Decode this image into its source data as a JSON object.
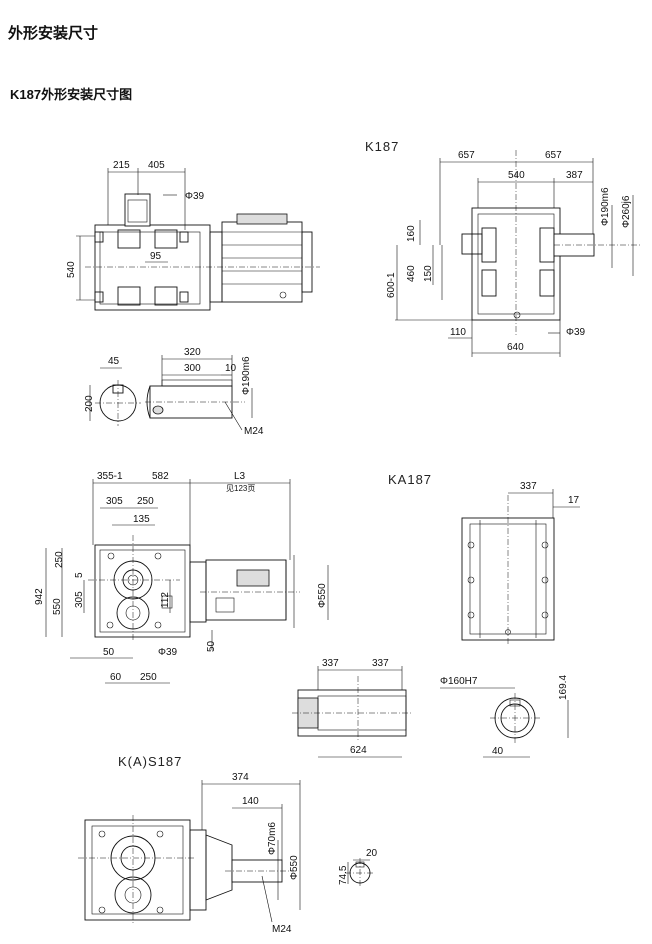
{
  "header": {
    "title": "外形安装尺寸",
    "subtitle": "K187外形安装尺寸图"
  },
  "views": {
    "k187_label": "K187",
    "ka187_label": "KA187",
    "kas187_label": "K(A)S187"
  },
  "dims": {
    "d215": "215",
    "d405": "405",
    "phi39a": "Φ39",
    "d540a": "540",
    "d95": "95",
    "d657a": "657",
    "d657b": "657",
    "d540b": "540",
    "d387": "387",
    "phi190m6a": "Φ190m6",
    "phi260j6": "Φ260j6",
    "d160": "160",
    "d460": "460",
    "d150": "150",
    "d600": "600-1",
    "d110": "110",
    "d640": "640",
    "phi39b": "Φ39",
    "d45": "45",
    "d200": "200",
    "d320": "320",
    "d300": "300",
    "d10": "10",
    "phi190m6b": "Φ190m6",
    "m24a": "M24",
    "d355": "355-1",
    "d582": "582",
    "dL3": "L3",
    "see123": "见123页",
    "d305a": "305",
    "d250a": "250",
    "d135": "135",
    "d250b": "250",
    "d5": "5",
    "d942": "942",
    "d550a": "550",
    "d305b": "305",
    "d112": "112",
    "phi550a": "Φ550",
    "d50a": "50",
    "d50b": "50",
    "phi39c": "Φ39",
    "d60": "60",
    "d250c": "250",
    "d337a": "337",
    "d17": "17",
    "d337b": "337",
    "d337c": "337",
    "d624": "624",
    "phi160h7": "Φ160H7",
    "d169": "169.4",
    "d40": "40",
    "d374": "374",
    "d140": "140",
    "phi70m6": "Φ70m6",
    "phi550b": "Φ550",
    "m24b": "M24",
    "d20": "20",
    "d74": "74.5"
  }
}
